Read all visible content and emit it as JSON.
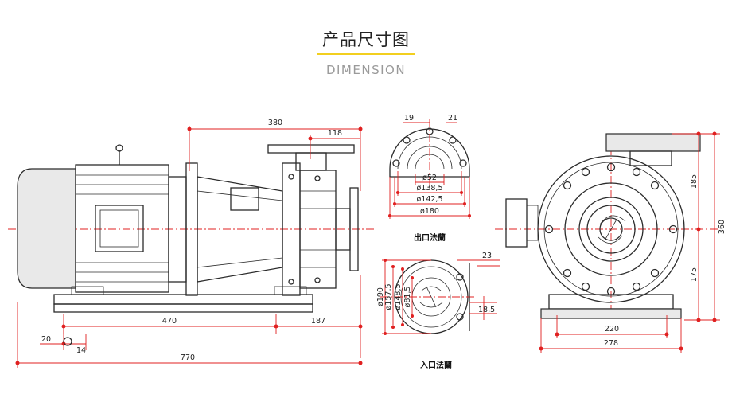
{
  "header": {
    "title_cn": "产品尺寸图",
    "title_en": "DIMENSION",
    "accent_color": "#f2cf1f"
  },
  "side_view": {
    "dim_total_top": "380",
    "dim_top_right": "118",
    "dim_base_left": "470",
    "dim_base_right": "187",
    "dim_bolt_20": "20",
    "dim_bolt_14": "14",
    "dim_total_bottom": "770"
  },
  "outlet_flange": {
    "label": "出口法蘭",
    "dim_19": "19",
    "dim_21": "21",
    "dia_52": "ø52",
    "dia_138": "ø138,5",
    "dia_142": "ø142,5",
    "dia_180": "ø180"
  },
  "inlet_flange": {
    "label": "入口法蘭",
    "dia_190": "ø190",
    "dia_157": "ø157,5",
    "dia_148": "ø148,5",
    "dia_81": "ø81,5",
    "dim_23": "23",
    "dim_18": "18,5"
  },
  "front_view": {
    "dim_185": "185",
    "dim_360": "360",
    "dim_175": "175",
    "dim_220": "220",
    "dim_278": "278"
  },
  "colors": {
    "dimension": "#e02020",
    "outline": "#2b2b2b"
  }
}
